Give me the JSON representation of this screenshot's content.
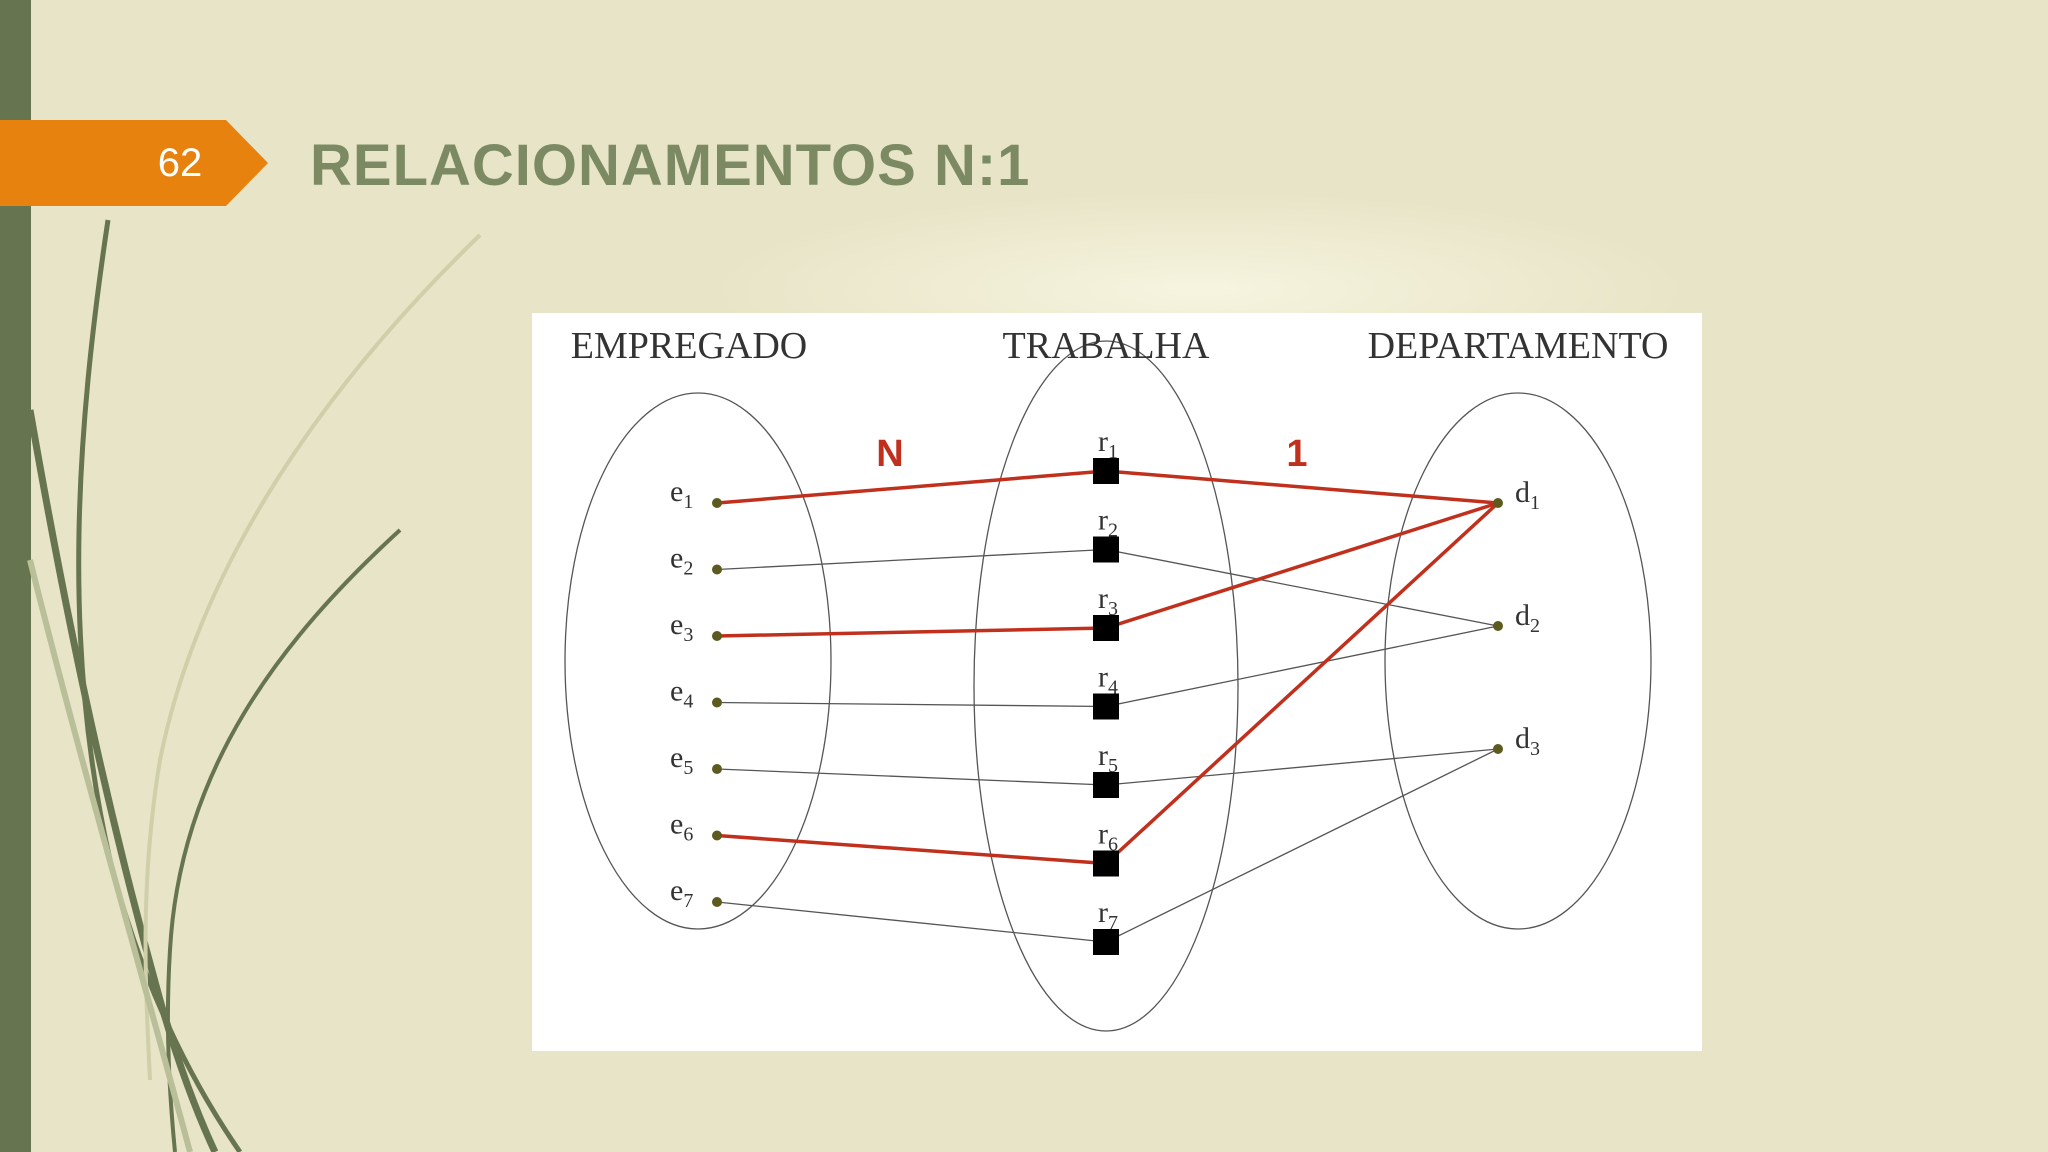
{
  "slide": {
    "page_number": "62",
    "title": "RELACIONAMENTOS N:1",
    "colors": {
      "background": "#e8e4c7",
      "sidebar": "#66744f",
      "badge": "#e8820e",
      "title": "#7c8a64",
      "highlight": "#c0301c"
    }
  },
  "diagram": {
    "sets": {
      "left": {
        "title": "EMPREGADO",
        "items": [
          {
            "base": "e",
            "sub": "1"
          },
          {
            "base": "e",
            "sub": "2"
          },
          {
            "base": "e",
            "sub": "3"
          },
          {
            "base": "e",
            "sub": "4"
          },
          {
            "base": "e",
            "sub": "5"
          },
          {
            "base": "e",
            "sub": "6"
          },
          {
            "base": "e",
            "sub": "7"
          }
        ]
      },
      "middle": {
        "title": "TRABALHA",
        "items": [
          {
            "base": "r",
            "sub": "1"
          },
          {
            "base": "r",
            "sub": "2"
          },
          {
            "base": "r",
            "sub": "3"
          },
          {
            "base": "r",
            "sub": "4"
          },
          {
            "base": "r",
            "sub": "5"
          },
          {
            "base": "r",
            "sub": "6"
          },
          {
            "base": "r",
            "sub": "7"
          }
        ]
      },
      "right": {
        "title": "DEPARTAMENTO",
        "items": [
          {
            "base": "d",
            "sub": "1"
          },
          {
            "base": "d",
            "sub": "2"
          },
          {
            "base": "d",
            "sub": "3"
          }
        ]
      }
    },
    "cardinality": {
      "left": "N",
      "right": "1"
    },
    "links": [
      {
        "emp": 0,
        "rel": 0,
        "dept": 0,
        "highlight": true
      },
      {
        "emp": 1,
        "rel": 1,
        "dept": 1,
        "highlight": false
      },
      {
        "emp": 2,
        "rel": 2,
        "dept": 0,
        "highlight": true
      },
      {
        "emp": 3,
        "rel": 3,
        "dept": 1,
        "highlight": false
      },
      {
        "emp": 4,
        "rel": 4,
        "dept": 2,
        "highlight": false
      },
      {
        "emp": 5,
        "rel": 5,
        "dept": 0,
        "highlight": true
      },
      {
        "emp": 6,
        "rel": 6,
        "dept": 2,
        "highlight": false
      }
    ]
  }
}
